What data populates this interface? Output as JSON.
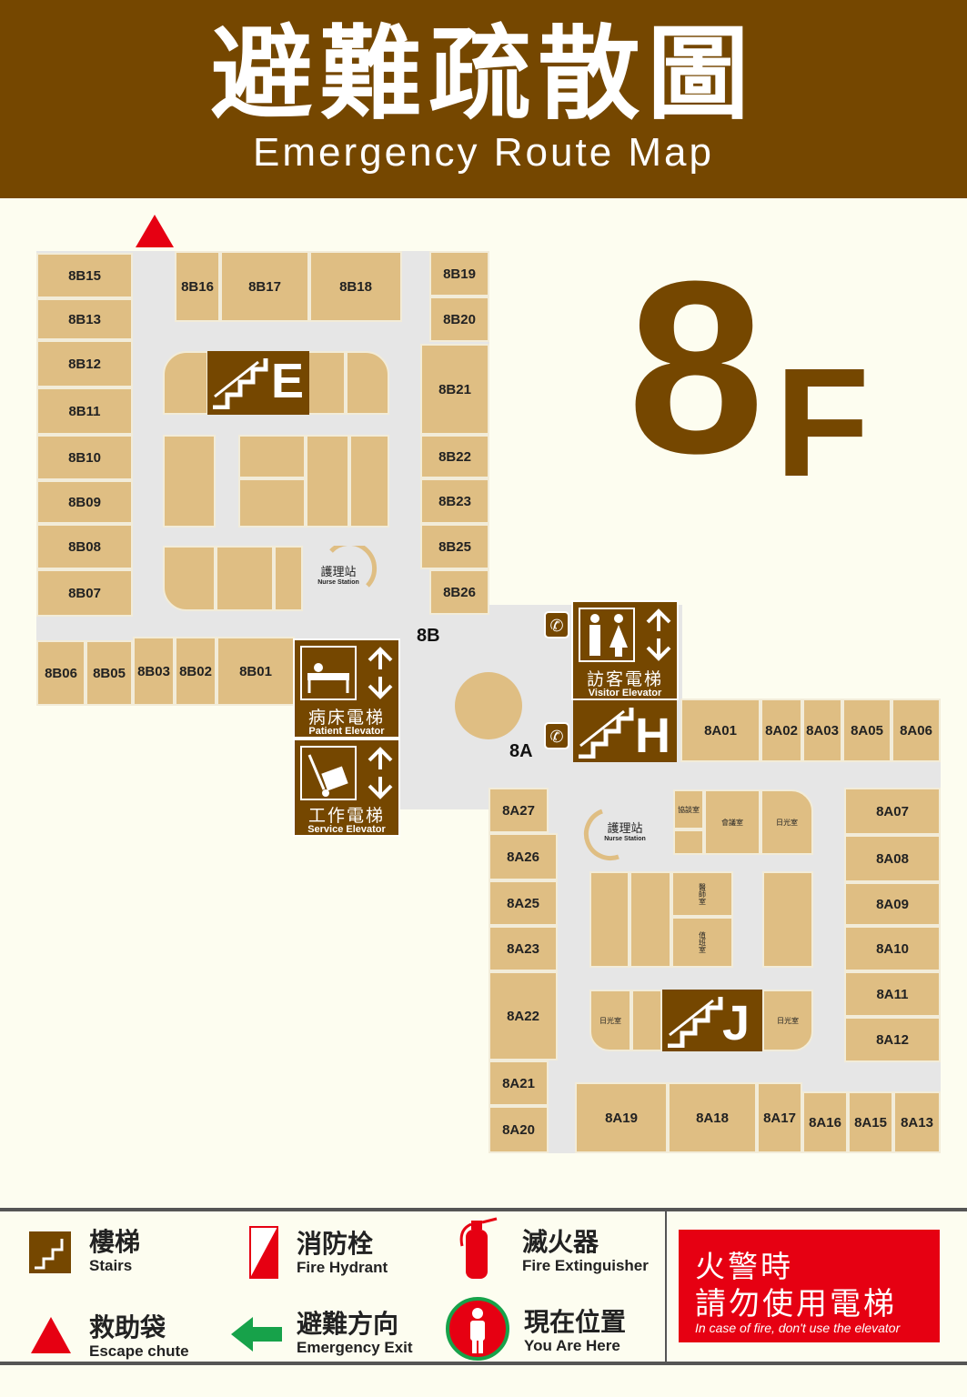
{
  "header": {
    "title_zh": "避難疏散圖",
    "title_en": "Emergency Route Map"
  },
  "floor": {
    "number": "8",
    "suffix": "F"
  },
  "wings": {
    "b": "8B",
    "a": "8A"
  },
  "rooms_b": [
    "8B15",
    "8B13",
    "8B12",
    "8B11",
    "8B10",
    "8B09",
    "8B08",
    "8B07",
    "8B16",
    "8B17",
    "8B18",
    "8B19",
    "8B20",
    "8B21",
    "8B22",
    "8B23",
    "8B25",
    "8B26",
    "8B06",
    "8B05",
    "8B03",
    "8B02",
    "8B01"
  ],
  "rooms_a": [
    "8A01",
    "8A02",
    "8A03",
    "8A05",
    "8A06",
    "8A07",
    "8A08",
    "8A09",
    "8A10",
    "8A11",
    "8A12",
    "8A27",
    "8A26",
    "8A25",
    "8A23",
    "8A22",
    "8A21",
    "8A20",
    "8A19",
    "8A18",
    "8A17",
    "8A16",
    "8A15",
    "8A13"
  ],
  "small_rooms": {
    "consult": "協談室",
    "meeting": "會議室",
    "sunroom": "日光室",
    "doctor": "醫師室",
    "duty": "值班室"
  },
  "nurse_station": {
    "zh": "護理站",
    "en": "Nurse Station"
  },
  "stairs_labels": {
    "e": "E",
    "h": "H",
    "j": "J"
  },
  "elevators": {
    "visitor": {
      "zh": "訪客電梯",
      "en": "Visitor Elevator"
    },
    "patient": {
      "zh": "病床電梯",
      "en": "Patient Elevator"
    },
    "service": {
      "zh": "工作電梯",
      "en": "Service Elevator"
    }
  },
  "legend": {
    "stairs": {
      "zh": "樓梯",
      "en": "Stairs"
    },
    "hydrant": {
      "zh": "消防栓",
      "en": "Fire Hydrant"
    },
    "extinguisher": {
      "zh": "滅火器",
      "en": "Fire Extinguisher"
    },
    "chute": {
      "zh": "救助袋",
      "en": "Escape chute"
    },
    "exit": {
      "zh": "避難方向",
      "en": "Emergency Exit"
    },
    "here": {
      "zh": "現在位置",
      "en": "You Are Here"
    }
  },
  "warning": {
    "line1": "火警時",
    "line2": "請勿使用電梯",
    "en": "In case of fire, don't use the elevator"
  },
  "colors": {
    "brown": "#754700",
    "room": "#dfbe83",
    "corridor": "#e6e6e6",
    "red": "#e60012",
    "green": "#17a24a"
  }
}
